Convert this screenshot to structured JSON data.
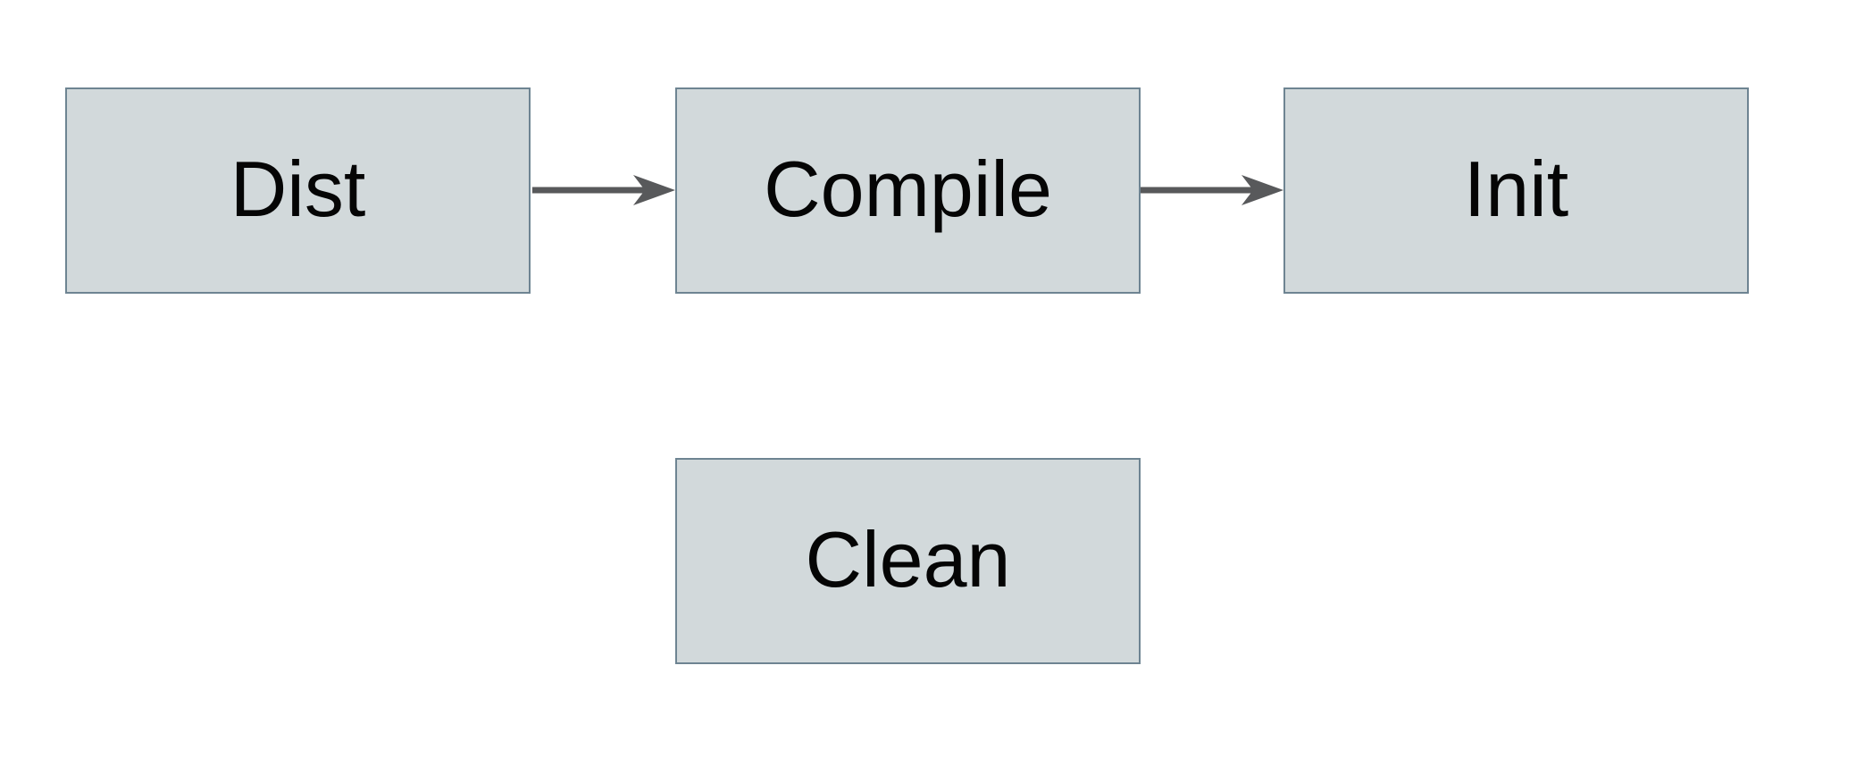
{
  "diagram": {
    "type": "flowchart",
    "nodes": [
      {
        "id": "dist",
        "label": "Dist"
      },
      {
        "id": "compile",
        "label": "Compile"
      },
      {
        "id": "init",
        "label": "Init"
      },
      {
        "id": "clean",
        "label": "Clean"
      }
    ],
    "edges": [
      {
        "from": "dist",
        "to": "compile",
        "style": "solid-arrow"
      },
      {
        "from": "compile",
        "to": "init",
        "style": "solid-arrow"
      }
    ],
    "colors": {
      "canvas_bg": "#ffffff",
      "node_fill": "#d2d9db",
      "node_border": "#6e8492",
      "arrow": "#58595b",
      "text": "#050505"
    }
  }
}
